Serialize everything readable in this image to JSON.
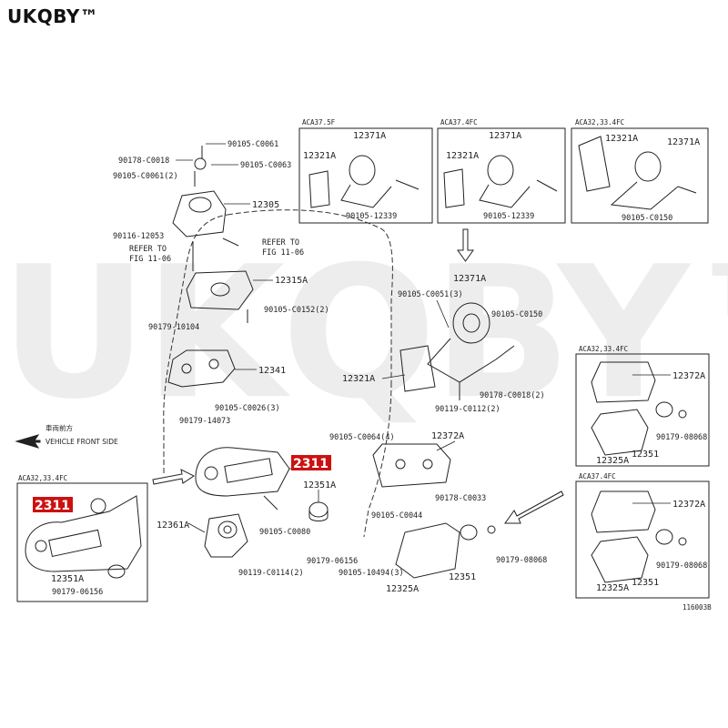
{
  "brand": "UKQBY™",
  "watermark": "UKQBY™",
  "colors": {
    "line": "#222222",
    "highlight": "#cc1111",
    "watermark": "#000000"
  },
  "panels": {
    "top1": "ACA37.5F",
    "top2": "ACA37.4FC",
    "top3": "ACA32,33.4FC",
    "right1": "ACA32,33.4FC",
    "right2": "ACA37.4FC",
    "left": "ACA32,33.4FC"
  },
  "direction": {
    "label_cn": "車両前方",
    "label_en": "VEHICLE FRONT SIDE"
  },
  "refer1": {
    "line1": "REFER TO",
    "line2": "FIG 11-06"
  },
  "refer2": {
    "line1": "REFER TO",
    "line2": "FIG 11-06"
  },
  "highlight_label": "2311",
  "figure_number": "116003B",
  "labels": {
    "p90105_C0061": "90105-C0061",
    "p90178_C0018": "90178-C0018",
    "p90105_C0063": "90105-C0063",
    "p90105_C0061_2": "90105-C0061(2)",
    "p12305": "12305",
    "p90116_12053": "90116-12053",
    "p12315A": "12315A",
    "p90105_C0152_2": "90105-C0152(2)",
    "p90179_10104": "90179-10104",
    "p12341": "12341",
    "p90105_C0026_3": "90105-C0026(3)",
    "p90179_14073": "90179-14073",
    "p12351A": "12351A",
    "p12361A": "12361A",
    "p90105_C0080": "90105-C0080",
    "p90179_06156": "90179-06156",
    "p90119_C0114_2": "90119-C0114(2)",
    "t1_12371A": "12371A",
    "t1_12321A": "12321A",
    "t1_90105_12339": "90105-12339",
    "t2_12371A": "12371A",
    "t2_12321A": "12321A",
    "t2_90105_12339": "90105-12339",
    "t3_12321A": "12321A",
    "t3_12371A": "12371A",
    "t3_90105_C0150": "90105-C0150",
    "m_12371A": "12371A",
    "m_90105_C0051_3": "90105-C0051(3)",
    "m_90105_C0150": "90105-C0150",
    "m_12321A": "12321A",
    "m_90178_C0018_2": "90178-C0018(2)",
    "m_90119_C0112_2": "90119-C0112(2)",
    "b_90105_C0064_4": "90105-C0064(4)",
    "b_12372A": "12372A",
    "b_90178_C0033": "90178-C0033",
    "b_90105_C0044": "90105-C0044",
    "b_90179_08068": "90179-08068",
    "b_90105_10494_3": "90105-10494(3)",
    "b_12351": "12351",
    "b_12325A": "12325A",
    "r1_12372A": "12372A",
    "r1_90179_08068": "90179-08068",
    "r1_12325A": "12325A",
    "r1_12351": "12351",
    "r2_12372A": "12372A",
    "r2_90179_08068": "90179-08068",
    "r2_12325A": "12325A",
    "r2_12351": "12351",
    "l_12351A": "12351A",
    "l_90179_06156": "90179-06156"
  }
}
